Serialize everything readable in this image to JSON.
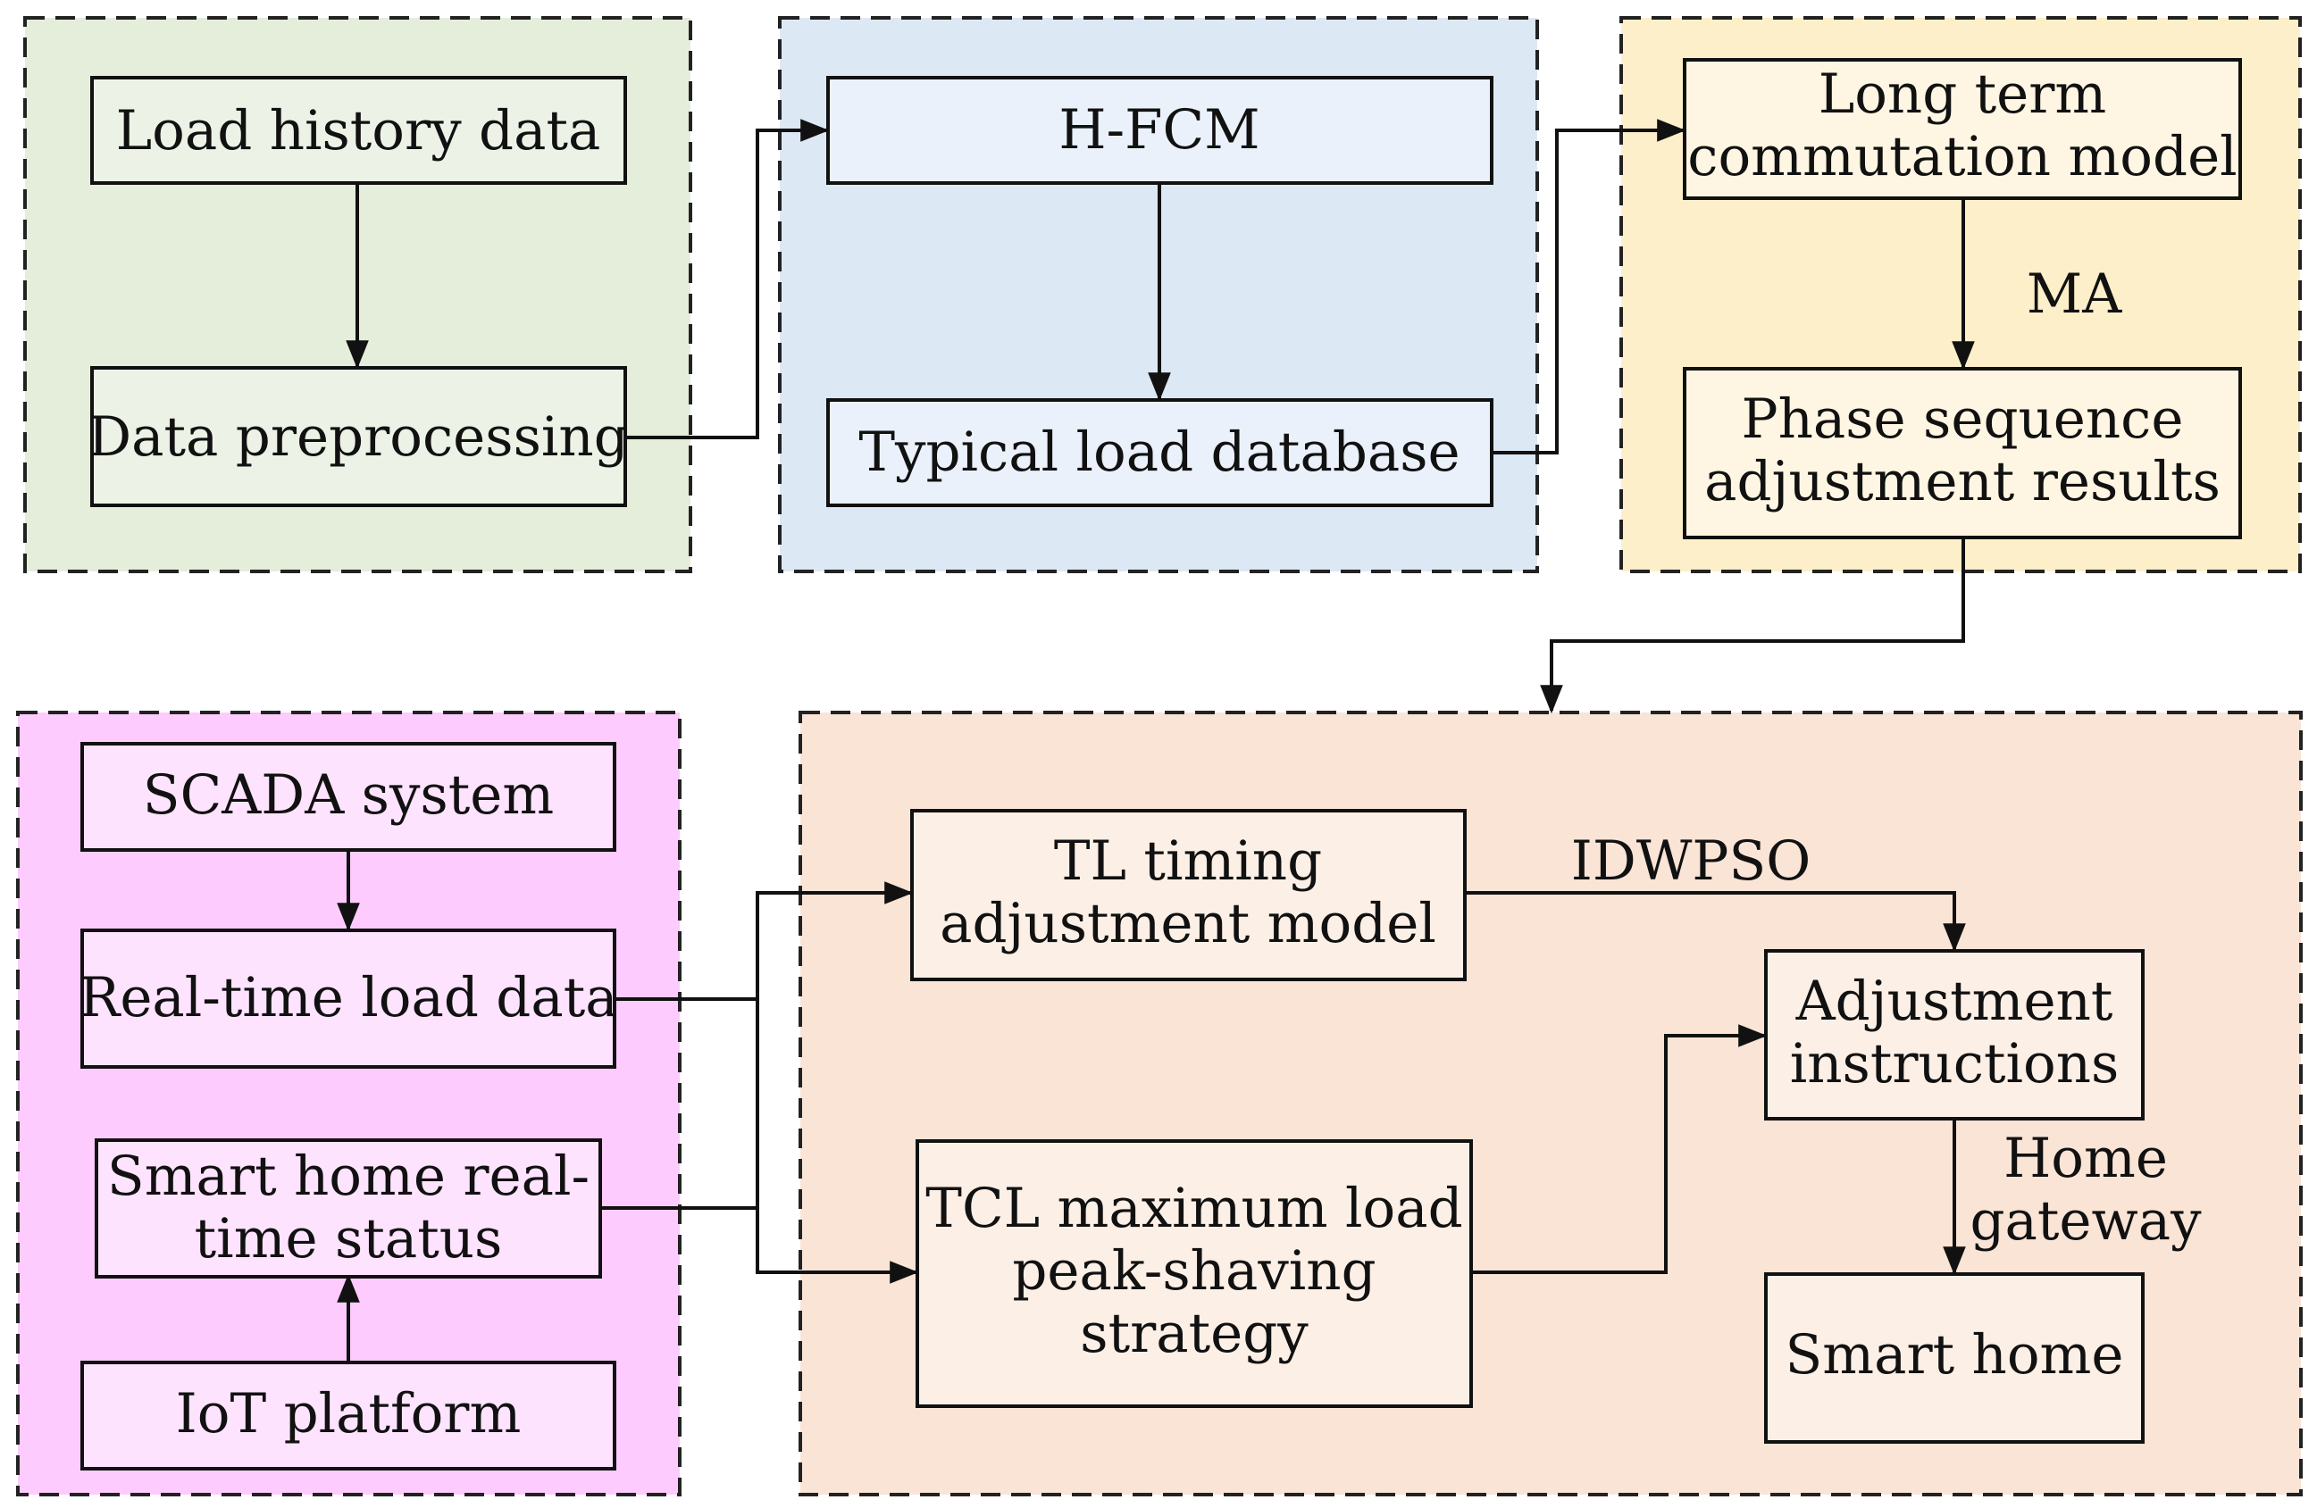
{
  "colors": {
    "group_data": "#e4eedb",
    "box_data": "#ecf3e6",
    "group_cluster": "#dde8f5",
    "box_cluster": "#eaf1fa",
    "group_model": "#fdefc9",
    "box_model": "#fef6e2",
    "group_realtime": "#fdcbfd",
    "box_realtime": "#fee3fe",
    "group_control": "#f9e4d6",
    "box_control": "#fcefe6",
    "stroke": "#111111"
  },
  "nodes": {
    "load_history": [
      "Load history data"
    ],
    "data_preprocessing": [
      "Data preprocessing"
    ],
    "hfcm": [
      "H-FCM"
    ],
    "typical_load_db": [
      "Typical load database"
    ],
    "long_term_model": [
      "Long term",
      "commutation model"
    ],
    "phase_sequence": [
      "Phase sequence",
      "adjustment results"
    ],
    "scada": [
      "SCADA system"
    ],
    "realtime_load": [
      "Real-time load data"
    ],
    "smart_home_status": [
      "Smart home real-",
      "time status"
    ],
    "iot_platform": [
      "IoT platform"
    ],
    "tl_timing": [
      "TL timing",
      "adjustment model"
    ],
    "tcl_strategy": [
      "TCL maximum load",
      "peak-shaving",
      "strategy"
    ],
    "adjustment_instructions": [
      "Adjustment",
      "instructions"
    ],
    "smart_home": [
      "Smart home"
    ]
  },
  "edge_labels": {
    "ma": "MA",
    "idwpso": "IDWPSO",
    "home_gateway": [
      "Home",
      "gateway"
    ]
  }
}
